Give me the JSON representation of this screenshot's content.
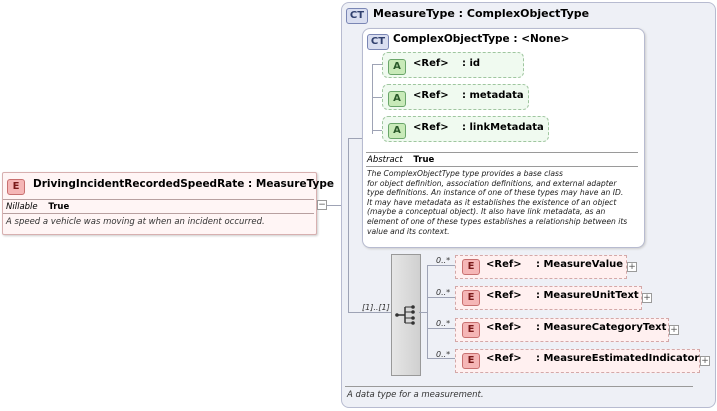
{
  "main_element": {
    "badge": "E",
    "name": "DrivingIncidentRecordedSpeedRate",
    "type": "MeasureType",
    "nillable_label": "Nillable",
    "nillable_value": "True",
    "description": "A speed a vehicle was moving at when an incident occurred."
  },
  "complex_type": {
    "badge": "CT",
    "name": "MeasureType",
    "base": "ComplexObjectType",
    "footer": "A data type for a measurement."
  },
  "base_type": {
    "badge": "CT",
    "name": "ComplexObjectType",
    "base": "<None>",
    "abstract_label": "Abstract",
    "abstract_value": "True",
    "description_lines": [
      "The ComplexObjectType type provides a base class",
      "for object definition, association definitions, and external adapter",
      "type definitions. An instance of one of these types may have an ID.",
      "It may have metadata as it establishes the existence of an object",
      "(maybe a conceptual object). It also have link metadata, as an",
      "element of one of these types establishes a relationship between its",
      "value and its context."
    ],
    "attributes": [
      {
        "badge": "A",
        "ref": "<Ref>",
        "name": "id"
      },
      {
        "badge": "A",
        "ref": "<Ref>",
        "name": "metadata"
      },
      {
        "badge": "A",
        "ref": "<Ref>",
        "name": "linkMetadata"
      }
    ]
  },
  "sequence": {
    "occurrence": "[1]..[1]",
    "elements": [
      {
        "badge": "E",
        "occurrence": "0..*",
        "ref": "<Ref>",
        "name": "MeasureValue"
      },
      {
        "badge": "E",
        "occurrence": "0..*",
        "ref": "<Ref>",
        "name": "MeasureUnitText"
      },
      {
        "badge": "E",
        "occurrence": "0..*",
        "ref": "<Ref>",
        "name": "MeasureCategoryText"
      },
      {
        "badge": "E",
        "occurrence": "0..*",
        "ref": "<Ref>",
        "name": "MeasureEstimatedIndicator"
      }
    ]
  }
}
